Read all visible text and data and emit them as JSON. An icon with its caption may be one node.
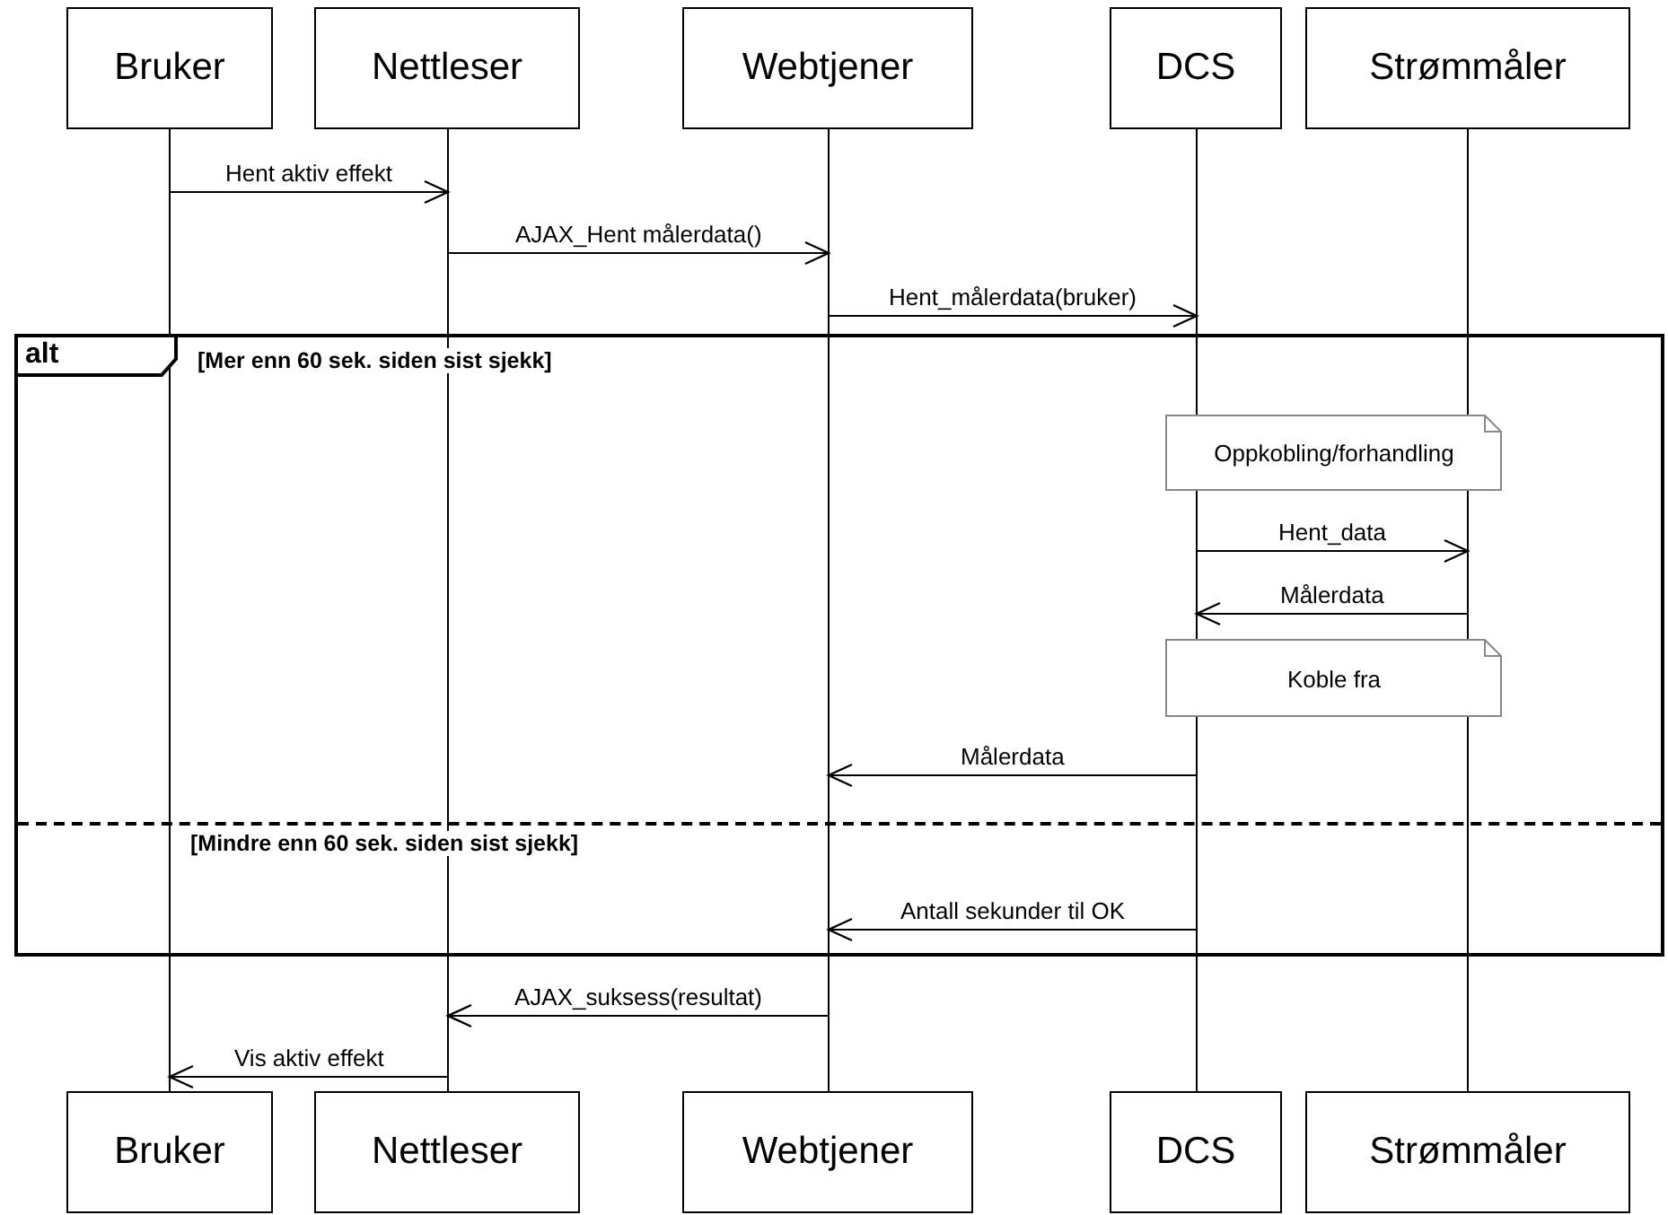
{
  "diagram": {
    "nodes": [
      {
        "text": [
          "Bruker"
        ]
      },
      {
        "text": [
          "Nettleser"
        ]
      },
      {
        "text": [
          "Webtjener"
        ]
      },
      {
        "text": [
          "DCS"
        ]
      },
      {
        "text": [
          "Strømmåler"
        ]
      },
      {
        "text": [
          "alt"
        ]
      },
      {
        "text": [
          "Oppkobling/forhandling"
        ],
        "in": 5
      },
      {
        "text": [
          "Koble fra"
        ],
        "in": 5
      },
      {
        "text": [
          "Bruker"
        ]
      },
      {
        "text": [
          "Nettleser"
        ]
      },
      {
        "text": [
          "Webtjener"
        ]
      },
      {
        "text": [
          "DCS"
        ]
      },
      {
        "text": [
          "Strømmåler"
        ]
      }
    ],
    "edges": [
      {
        "from": 0,
        "to": 1,
        "arrow": "to",
        "label": "Hent aktiv effekt"
      },
      {
        "from": 1,
        "to": 2,
        "arrow": "to",
        "label": "AJAX_Hent målerdata()"
      },
      {
        "from": 2,
        "to": 3,
        "arrow": "to",
        "label": "Hent_målerdata(bruker)"
      },
      {
        "from": 3,
        "to": 4,
        "arrow": "to",
        "label": "Hent_data"
      },
      {
        "from": 4,
        "to": 3,
        "arrow": "to",
        "label": "Målerdata"
      },
      {
        "from": 3,
        "to": 2,
        "arrow": "to",
        "label": "Målerdata"
      },
      {
        "from": 3,
        "to": 2,
        "arrow": "to",
        "label": "Antall sekunder til OK"
      },
      {
        "from": 2,
        "to": 1,
        "arrow": "to",
        "label": "AJAX_suksess(resultat)"
      },
      {
        "from": 1,
        "to": 0,
        "arrow": "to",
        "label": "Vis aktiv effekt"
      }
    ],
    "labels": [
      "[Mer enn 60 sek. siden sist sjekk]",
      "[Mindre enn 60 sek. siden sist sjekk]"
    ]
  }
}
